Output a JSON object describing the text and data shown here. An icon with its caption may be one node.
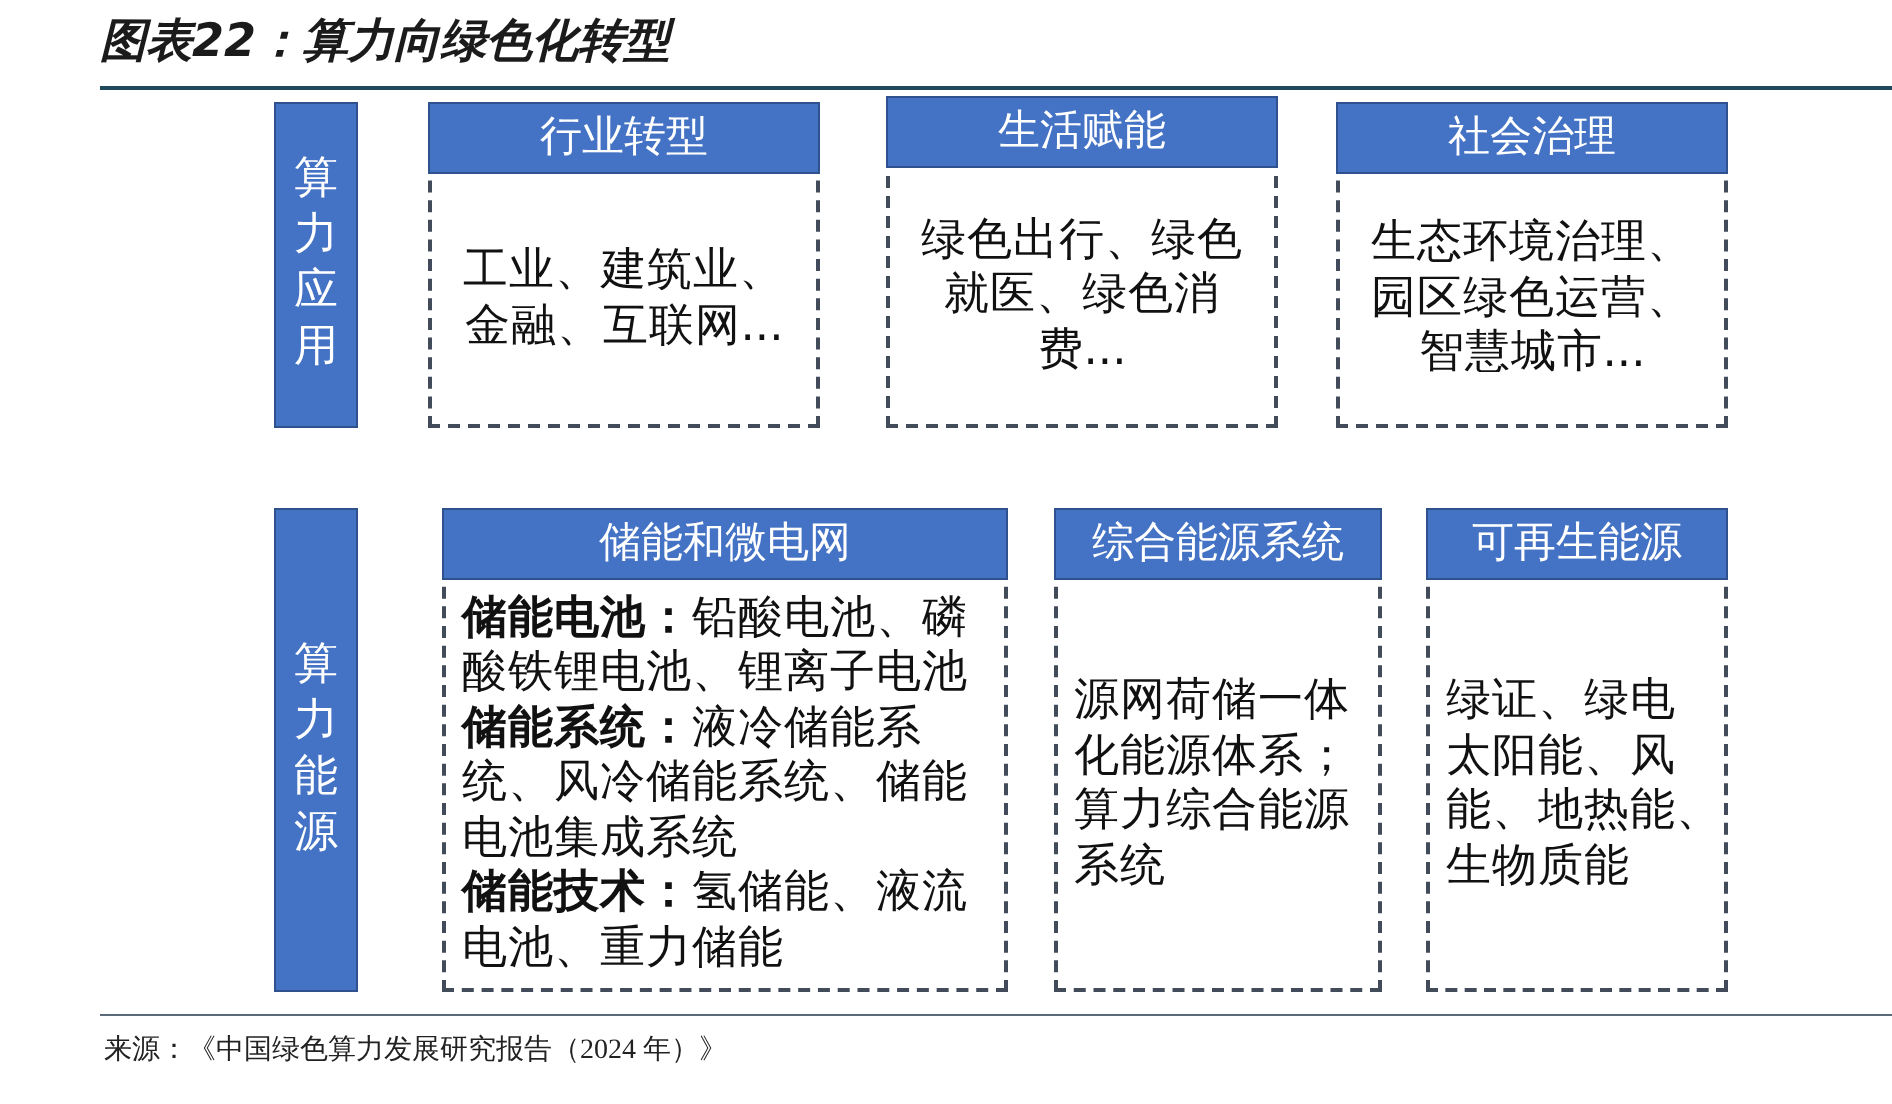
{
  "diagram": {
    "title": "图表22：算力向绿色化转型",
    "caption": "来源：《中国绿色算力发展研究报告（2024 年）》",
    "nodes": [
      {
        "text": [
          "算力应用"
        ]
      },
      {
        "text": [
          "行业转型",
          "工业、建筑业、金融、互联网..."
        ]
      },
      {
        "text": [
          "生活赋能",
          "绿色出行、绿色就医、绿色消费..."
        ]
      },
      {
        "text": [
          "社会治理",
          "生态环境治理、园区绿色运营、智慧城市..."
        ]
      },
      {
        "text": [
          "算力能源"
        ]
      },
      {
        "text": [
          "储能和微电网",
          "**储能电池：**铅酸电池、磷酸铁锂电池、锂离子电池",
          "**储能系统：**液冷储能系统、风冷储能系统、储能电池集成系统",
          "**储能技术：**氢储能、液流电池、重力储能"
        ]
      },
      {
        "text": [
          "综合能源系统",
          "源网荷储一体化能源体系；算力综合能源系统"
        ]
      },
      {
        "text": [
          "可再生能源",
          "绿证、绿电",
          "太阳能、风能、地热能、生物质能"
        ]
      }
    ]
  }
}
